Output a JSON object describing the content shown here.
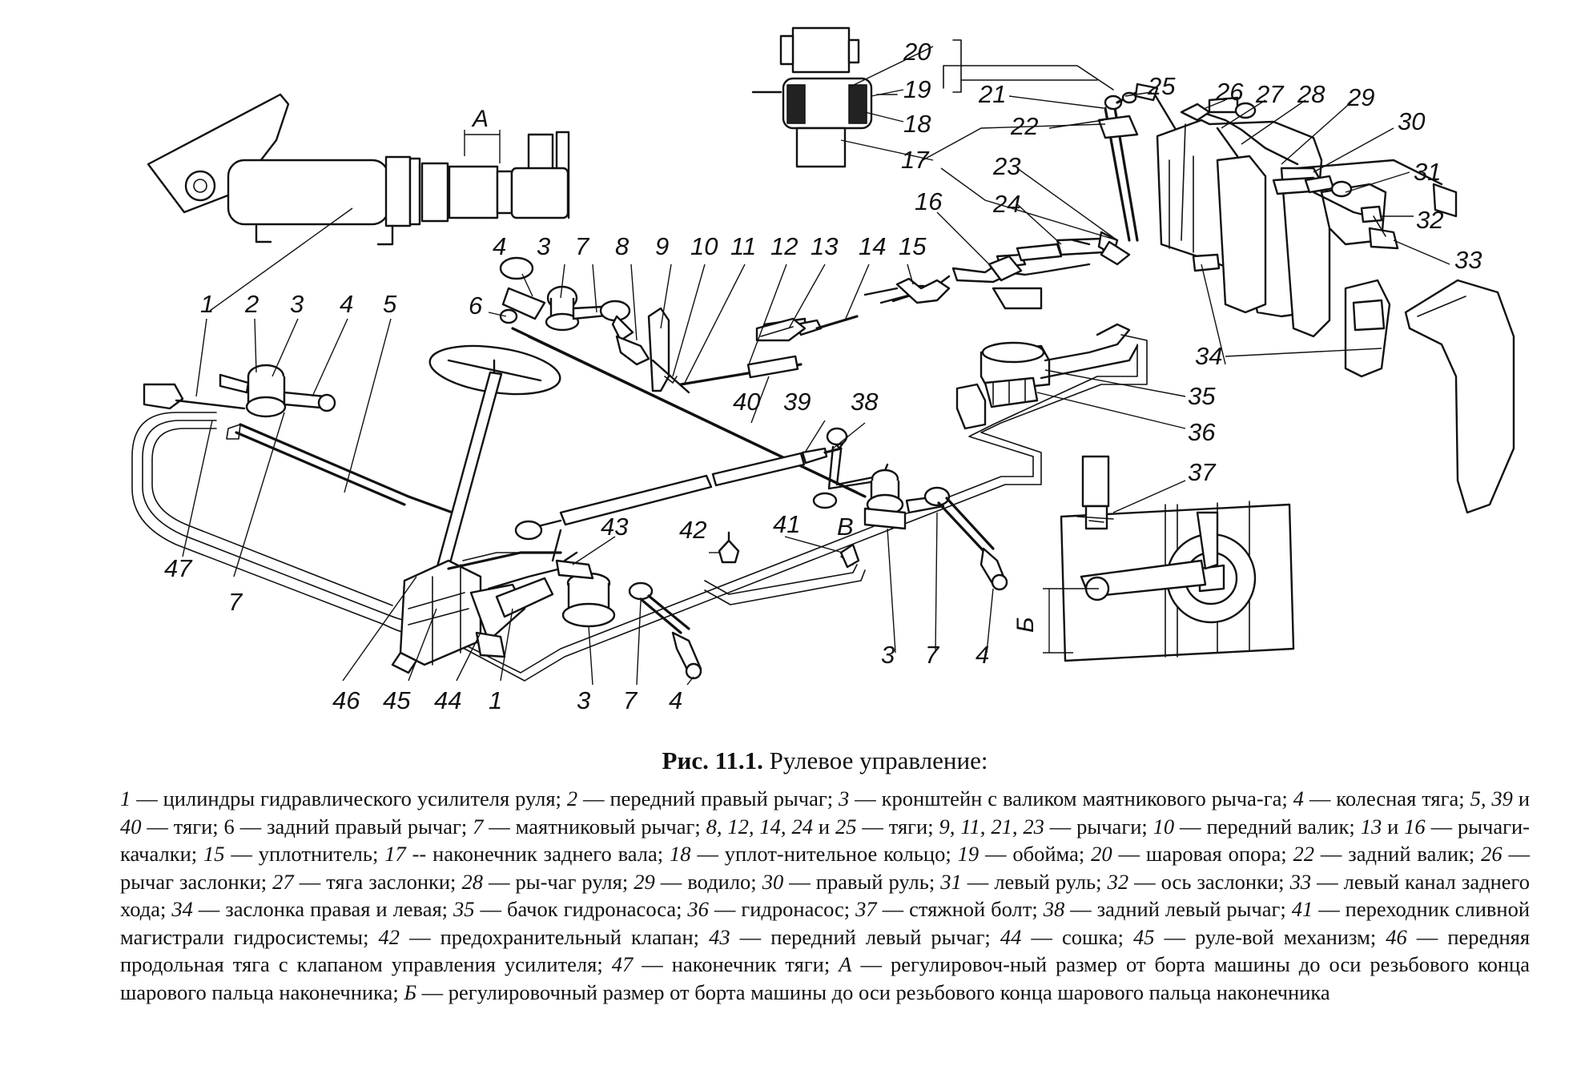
{
  "figure": {
    "title_number": "Рис. 11.1.",
    "title_text": "Рулевое управление:"
  },
  "callouts": {
    "n1": "1",
    "n2": "2",
    "n3": "3",
    "n4": "4",
    "n5": "5",
    "n6": "6",
    "n7": "7",
    "n8": "8",
    "n9": "9",
    "n10": "10",
    "n11": "11",
    "n12": "12",
    "n13": "13",
    "n14": "14",
    "n15": "15",
    "n16": "16",
    "n17": "17",
    "n18": "18",
    "n19": "19",
    "n20": "20",
    "n21": "21",
    "n22": "22",
    "n23": "23",
    "n24": "24",
    "n25": "25",
    "n26": "26",
    "n27": "27",
    "n28": "28",
    "n29": "29",
    "n30": "30",
    "n31": "31",
    "n32": "32",
    "n33": "33",
    "n34": "34",
    "n35": "35",
    "n36": "36",
    "n37": "37",
    "n38": "38",
    "n39": "39",
    "n40": "40",
    "n41": "41",
    "n42": "42",
    "n43": "43",
    "n44": "44",
    "n45": "45",
    "n46": "46",
    "n47": "47",
    "dimA": "А",
    "dimB": "Б",
    "viewV": "В"
  },
  "legend": [
    {
      "num": "1",
      "text": " — цилиндры гидравлического усилителя руля; "
    },
    {
      "num": "2",
      "text": " — передний правый рычаг; "
    },
    {
      "num": "3",
      "text": " — кронштейн с валиком маятникового рыча-га; "
    },
    {
      "num": "4",
      "text": " — колесная тяга; "
    },
    {
      "num": "5, 39",
      "text": " и "
    },
    {
      "num": "40",
      "text": " — тяги; 6 — задний правый рычаг; "
    },
    {
      "num": "7",
      "text": " — маятниковый рычаг; "
    },
    {
      "num": "8, 12, 14, 24",
      "text": " и "
    },
    {
      "num": "25",
      "text": " — тяги; "
    },
    {
      "num": "9, 11, 21, 23",
      "text": " — рычаги; "
    },
    {
      "num": "10",
      "text": " — передний валик; "
    },
    {
      "num": "13",
      "text": " и "
    },
    {
      "num": "16",
      "text": " — рычаги-качалки; "
    },
    {
      "num": "15",
      "text": " — уплотнитель; "
    },
    {
      "num": "17",
      "text": " -- наконечник заднего вала; "
    },
    {
      "num": "18",
      "text": " — уплот-нительное кольцо; "
    },
    {
      "num": "19",
      "text": " — обойма; "
    },
    {
      "num": "20",
      "text": " — шаровая опора; "
    },
    {
      "num": "22",
      "text": " — задний валик; "
    },
    {
      "num": "26",
      "text": " — рычаг заслонки; "
    },
    {
      "num": "27",
      "text": " — тяга заслонки; "
    },
    {
      "num": "28",
      "text": " — ры-чаг руля; "
    },
    {
      "num": "29",
      "text": " — водило; "
    },
    {
      "num": "30",
      "text": " — правый руль; "
    },
    {
      "num": "31",
      "text": " — левый руль; "
    },
    {
      "num": "32",
      "text": " — ось заслонки; "
    },
    {
      "num": "33",
      "text": " — левый канал заднего хода; "
    },
    {
      "num": "34",
      "text": " — заслонка правая и левая; "
    },
    {
      "num": "35",
      "text": " — бачок гидронасоса; "
    },
    {
      "num": "36",
      "text": " — гидронасос; "
    },
    {
      "num": "37",
      "text": " — стяжной болт; "
    },
    {
      "num": "38",
      "text": " — задний левый рычаг; "
    },
    {
      "num": "41",
      "text": " — переходник сливной магистрали гидросистемы; "
    },
    {
      "num": "42",
      "text": " — предохранительный клапан; "
    },
    {
      "num": "43",
      "text": " — передний левый рычаг; "
    },
    {
      "num": "44",
      "text": " — сошка; "
    },
    {
      "num": "45",
      "text": " — руле-вой механизм; "
    },
    {
      "num": "46",
      "text": " — передняя продольная тяга с клапаном управления усилителя; "
    },
    {
      "num": "47",
      "text": " — наконечник тяги; "
    },
    {
      "num": "А",
      "text": " — регулировоч-ный размер от борта машины до оси резьбового конца шарового пальца наконечника; "
    },
    {
      "num": "Б",
      "text": " — регулировочный размер от борта машины до оси резьбового конца шарового пальца наконечника"
    }
  ]
}
